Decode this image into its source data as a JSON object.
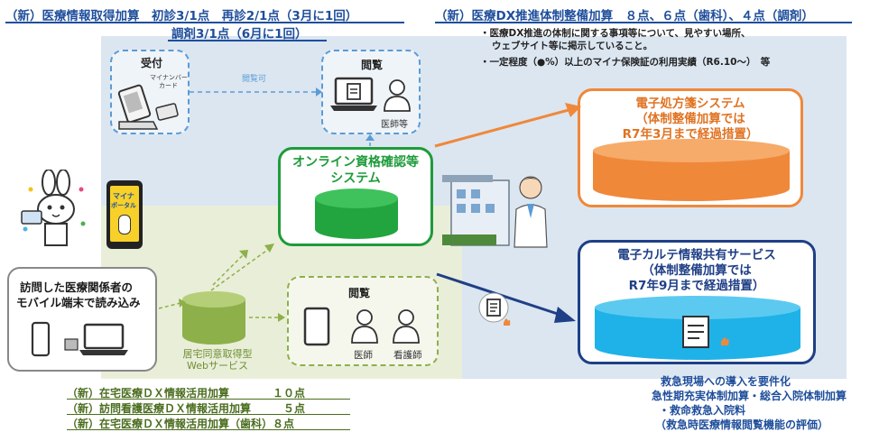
{
  "header_left": {
    "line1": "（新）医療情報取得加算　初診3/1点　再診2/1点（3月に1回）",
    "line2": "調剤3/1点（6月に1回）"
  },
  "header_right": {
    "title": "（新）医療DX推進体制整備加算　８点、６点（歯科）、４点（調剤）",
    "bullet1": "・医療DX推進の体制に関する事項等について、見やすい場所、",
    "bullet1_cont": "ウェブサイト等に掲示していること。",
    "bullet2": "・一定程度（●%）以上のマイナ保険証の利用実績（R6.10～）　等"
  },
  "reception": {
    "title": "受付",
    "card_label_1": "マイナンバー",
    "card_label_2": "カード",
    "arrow_label": "閲覧可"
  },
  "view_top": {
    "title": "閲覧",
    "person_label": "医師等"
  },
  "online_system": {
    "title_1": "オンライン資格確認等",
    "title_2": "システム"
  },
  "e_prescription": {
    "title_1": "電子処方箋システム",
    "title_2": "（体制整備加算では",
    "title_3": "R7年3月まで経過措置）"
  },
  "e_karte": {
    "title_1": "電子カルテ情報共有サービス",
    "title_2": "（体制整備加算では",
    "title_3": "R7年9月まで経過措置）"
  },
  "mynaportal": {
    "label_1": "マイナ",
    "label_2": "ポータル"
  },
  "visiting": {
    "title_1": "訪問した医療関係者の",
    "title_2": "モバイル端末で読み込み"
  },
  "home_service": {
    "label_1": "居宅同意取得型",
    "label_2": "Webサービス"
  },
  "view_bottom": {
    "title": "閲覧",
    "doctor": "医師",
    "nurse": "看護師"
  },
  "bottom_left": {
    "line1": "（新）在宅医療ＤＸ情報活用加算　　　　１０点",
    "line2": "（新）訪問看護医療ＤＸ情報活用加算　　　５点",
    "line3": "（新）在宅医療ＤＸ情報活用加算（歯科）８点"
  },
  "bottom_right": {
    "line1": "救急現場への導入を要件化",
    "line2": "急性期充実体制加算・総合入院体制加算",
    "line3": "・救命救急入院料",
    "line4": "（救急時医療情報閲覧機能の評価）"
  },
  "colors": {
    "header_blue": "#1f4e9c",
    "online_green": "#1e9b3a",
    "prescription_orange": "#f0883a",
    "karte_navy": "#1f3f86",
    "home_green": "#8db04a"
  }
}
